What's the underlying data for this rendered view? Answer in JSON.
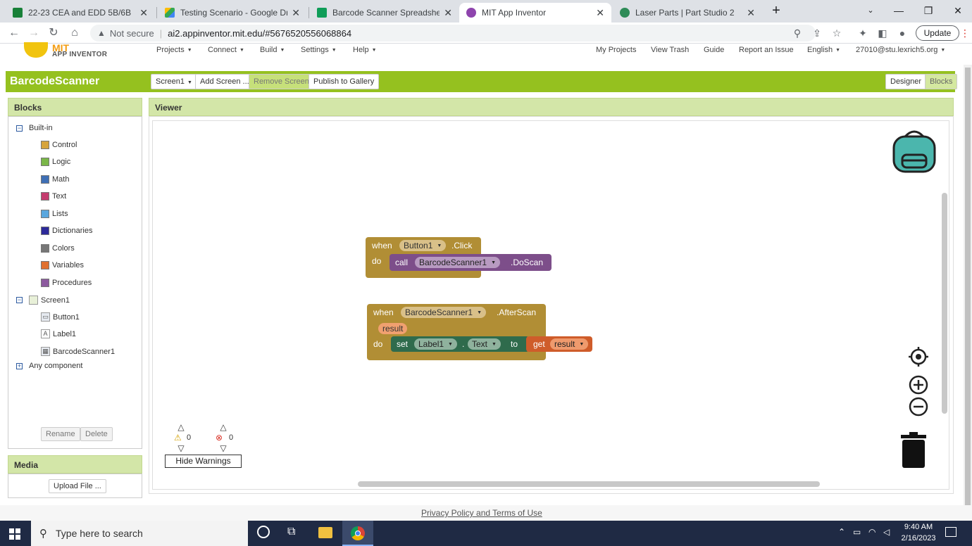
{
  "browser": {
    "tabs": [
      {
        "title": "22-23 CEA and EDD 5B/6B",
        "color": "#188038"
      },
      {
        "title": "Testing Scenario - Google Drive",
        "color": "#fbbc04"
      },
      {
        "title": "Barcode Scanner Spreadsheet - G",
        "color": "#0f9d58"
      },
      {
        "title": "MIT App Inventor",
        "color": "#8e44ad"
      },
      {
        "title": "Laser Parts | Part Studio 2",
        "color": "#2e8b57"
      }
    ],
    "security": "Not secure",
    "url": "ai2.appinventor.mit.edu/#5676520556068864",
    "update_label": "Update"
  },
  "app_header": {
    "logo_top": "MIT",
    "logo_bottom": "APP INVENTOR",
    "menus": [
      "Projects",
      "Connect",
      "Build",
      "Settings",
      "Help"
    ],
    "links": [
      "My Projects",
      "View Trash",
      "Guide",
      "Report an Issue"
    ],
    "language": "English",
    "account": "27010@stu.lexrich5.org"
  },
  "project_bar": {
    "name": "BarcodeScanner",
    "screen_select": "Screen1",
    "add_screen": "Add Screen ...",
    "remove_screen": "Remove Screen",
    "publish": "Publish to Gallery",
    "designer": "Designer",
    "blocks": "Blocks"
  },
  "blocks_panel": {
    "title": "Blocks",
    "builtin_label": "Built-in",
    "builtin": [
      {
        "label": "Control",
        "color": "#d6a43d"
      },
      {
        "label": "Logic",
        "color": "#7ab648"
      },
      {
        "label": "Math",
        "color": "#3f6fb5"
      },
      {
        "label": "Text",
        "color": "#c43c6e"
      },
      {
        "label": "Lists",
        "color": "#5aa7de"
      },
      {
        "label": "Dictionaries",
        "color": "#2d2a9a"
      },
      {
        "label": "Colors",
        "color": "#777777"
      },
      {
        "label": "Variables",
        "color": "#e0702f"
      },
      {
        "label": "Procedures",
        "color": "#8c5a9e"
      }
    ],
    "screen_label": "Screen1",
    "components": [
      "Button1",
      "Label1",
      "BarcodeScanner1"
    ],
    "any_component": "Any component",
    "rename": "Rename",
    "delete": "Delete"
  },
  "media_panel": {
    "title": "Media",
    "upload": "Upload File ..."
  },
  "viewer": {
    "title": "Viewer",
    "block1": {
      "when": "when",
      "component": "Button1",
      "event": ".Click",
      "do": "do",
      "call": "call",
      "target": "BarcodeScanner1",
      "method": ".DoScan"
    },
    "block2": {
      "when": "when",
      "component": "BarcodeScanner1",
      "event": ".AfterScan",
      "param": "result",
      "do": "do",
      "set": "set",
      "label": "Label1",
      "dot": ".",
      "prop": "Text",
      "to": "to",
      "get": "get",
      "var": "result"
    },
    "warnings_count": "0",
    "errors_count": "0",
    "hide_warnings": "Hide Warnings"
  },
  "footer": {
    "privacy": "Privacy Policy and Terms of Use"
  },
  "taskbar": {
    "search_placeholder": "Type here to search",
    "time": "9:40 AM",
    "date": "2/16/2023"
  }
}
